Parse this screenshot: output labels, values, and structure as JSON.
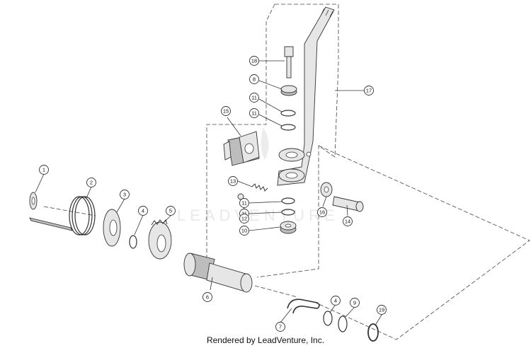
{
  "diagram": {
    "caption": "Rendered by LeadVenture, Inc.",
    "watermark": "LEADVENTURE",
    "callouts": [
      "1",
      "2",
      "3",
      "4",
      "5",
      "6",
      "7",
      "4",
      "9",
      "19",
      "10",
      "11",
      "11",
      "12",
      "13",
      "14",
      "15",
      "16",
      "17",
      "18",
      "8",
      "11",
      "11"
    ]
  }
}
